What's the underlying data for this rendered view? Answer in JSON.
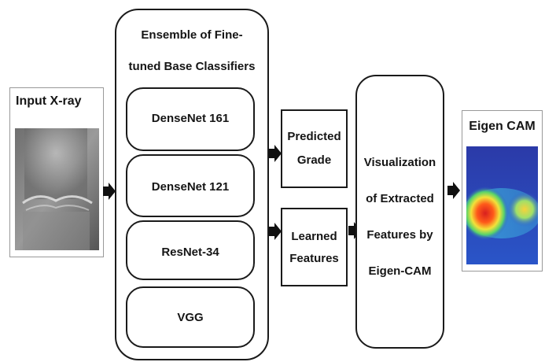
{
  "input": {
    "title": "Input X-ray"
  },
  "ensemble": {
    "title_line1": "Ensemble of Fine-",
    "title_line2": "tuned Base Classifiers",
    "models": [
      "DenseNet 161",
      "DenseNet 121",
      "ResNet-34",
      "VGG"
    ]
  },
  "outputs": {
    "predicted_line1": "Predicted",
    "predicted_line2": "Grade",
    "learned_line1": "Learned",
    "learned_line2": "Features"
  },
  "visualization": {
    "line1": "Visualization",
    "line2": "of Extracted",
    "line3": "Features by",
    "line4": "Eigen-CAM"
  },
  "eigen": {
    "title": "Eigen CAM"
  }
}
